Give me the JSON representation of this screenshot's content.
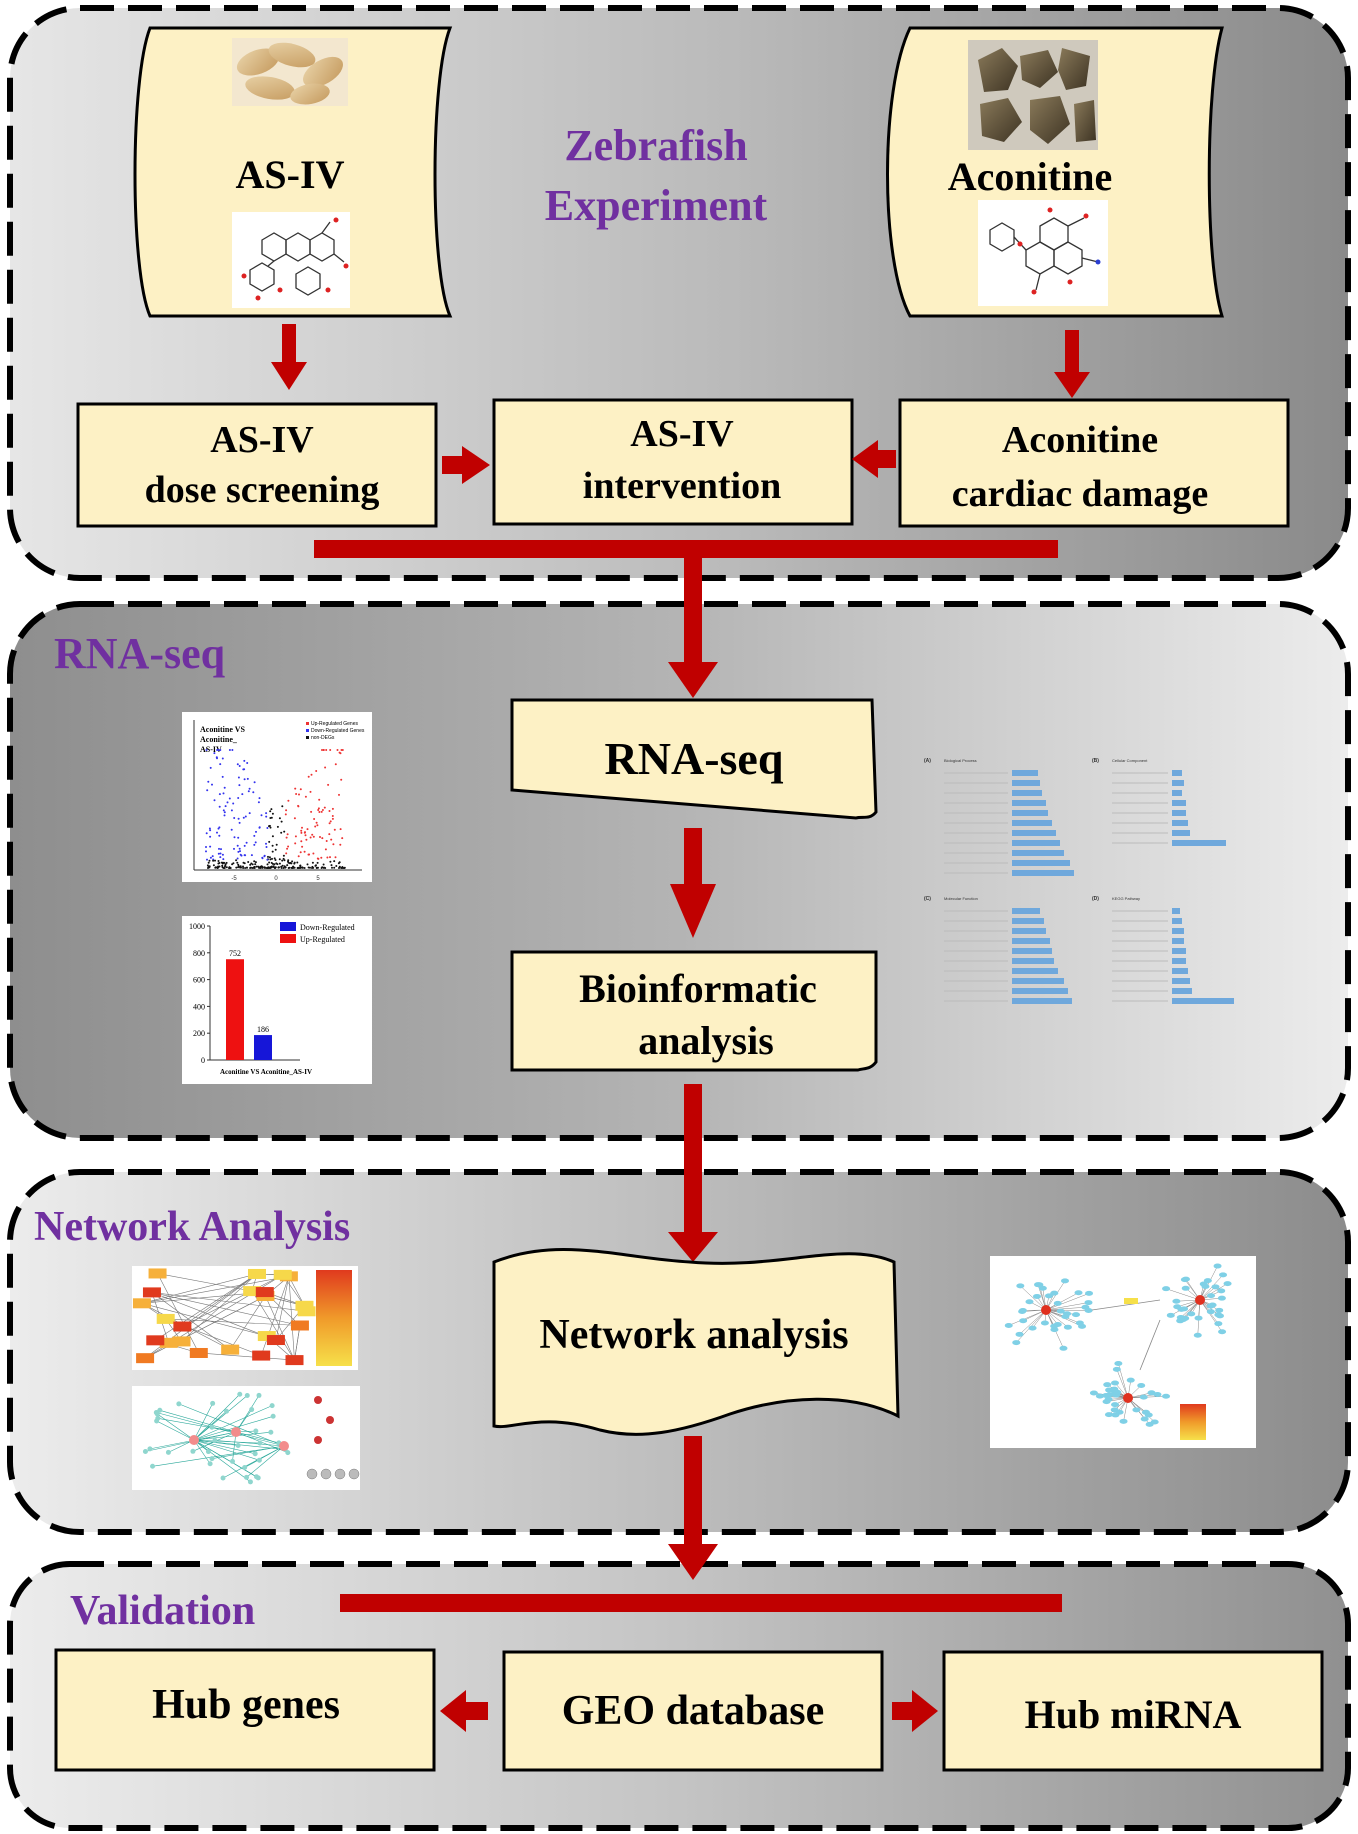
{
  "colors": {
    "purple": "#7030a0",
    "arrow": "#c00000",
    "box_fill": "#fdf1c5",
    "outline": "#000000"
  },
  "zebrafish": {
    "title_line1": "Zebrafish",
    "title_line2": "Experiment",
    "left_scroll_label": "AS-IV",
    "right_scroll_label": "Aconitine",
    "box_left_line1": "AS-IV",
    "box_left_line2": "dose screening",
    "box_center_line1": "AS-IV",
    "box_center_line2": "intervention",
    "box_right_line1": "Aconitine",
    "box_right_line2": "cardiac damage"
  },
  "rnaseq": {
    "section_label": "RNA-seq",
    "box_label": "RNA-seq",
    "bio_line1": "Bioinformatic",
    "bio_line2": "analysis",
    "volcano": {
      "title_line1": "Aconitine VS",
      "title_line2": "Aconitine_",
      "title_line3": "AS-IV",
      "legend": [
        "Up-Regulated Genes",
        "Down-Regulated Genes",
        "non-DEGs"
      ],
      "x_ticks": [
        "-5",
        "0",
        "5"
      ]
    },
    "bar_chart": {
      "y_ticks": [
        "1000",
        "800",
        "600",
        "400",
        "200",
        "0"
      ],
      "legend_down": "Down-Regulated",
      "legend_up": "Up-Regulated",
      "up_value": 752,
      "down_value": 186,
      "up_label": "752",
      "down_label": "186",
      "xlabel": "Aconitine VS Aconitine_AS-IV",
      "ylim": [
        0,
        1000
      ]
    },
    "enrichment_panels": [
      {
        "label": "(A)",
        "title": "Biological Process"
      },
      {
        "label": "(B)",
        "title": "Cellular Component"
      },
      {
        "label": "(C)",
        "title": "Molecular Function"
      },
      {
        "label": "(D)",
        "title": "KEGG Pathway"
      }
    ]
  },
  "network": {
    "section_label": "Network Analysis",
    "box_label": "Network analysis"
  },
  "validation": {
    "section_label": "Validation",
    "hub_genes": "Hub genes",
    "geo_database": "GEO database",
    "hub_mirna": "Hub miRNA"
  }
}
